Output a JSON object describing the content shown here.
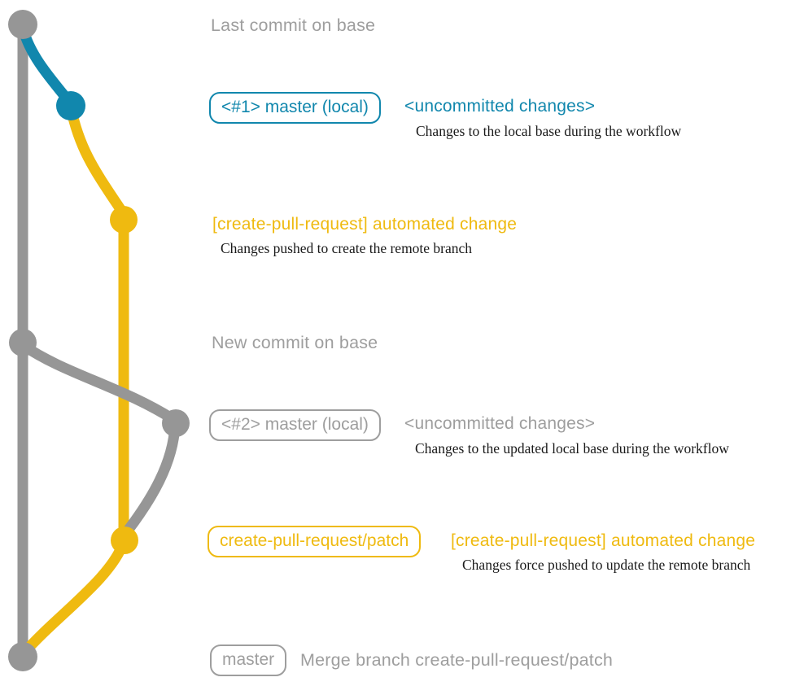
{
  "colors": {
    "base_gray": "#969696",
    "text_gray": "#9e9e9e",
    "teal": "#1187ad",
    "yellow": "#efba10",
    "body_text": "#1a1a1a"
  },
  "labels": {
    "last_commit": "Last commit on base",
    "commit1_badge": "<#1> master (local)",
    "commit1_title": "<uncommitted changes>",
    "commit1_desc": "Changes to the local base during the workflow",
    "push1_title": "[create-pull-request] automated change",
    "push1_desc": "Changes pushed to create the remote branch",
    "new_commit": "New commit on base",
    "commit2_badge": "<#2> master (local)",
    "commit2_title": "<uncommitted changes>",
    "commit2_desc": "Changes to the updated local base during the workflow",
    "push2_badge": "create-pull-request/patch",
    "push2_title": "[create-pull-request] automated change",
    "push2_desc": "Changes force pushed to update the remote branch",
    "merge_badge": "master",
    "merge_title": "Merge branch create-pull-request/patch"
  }
}
